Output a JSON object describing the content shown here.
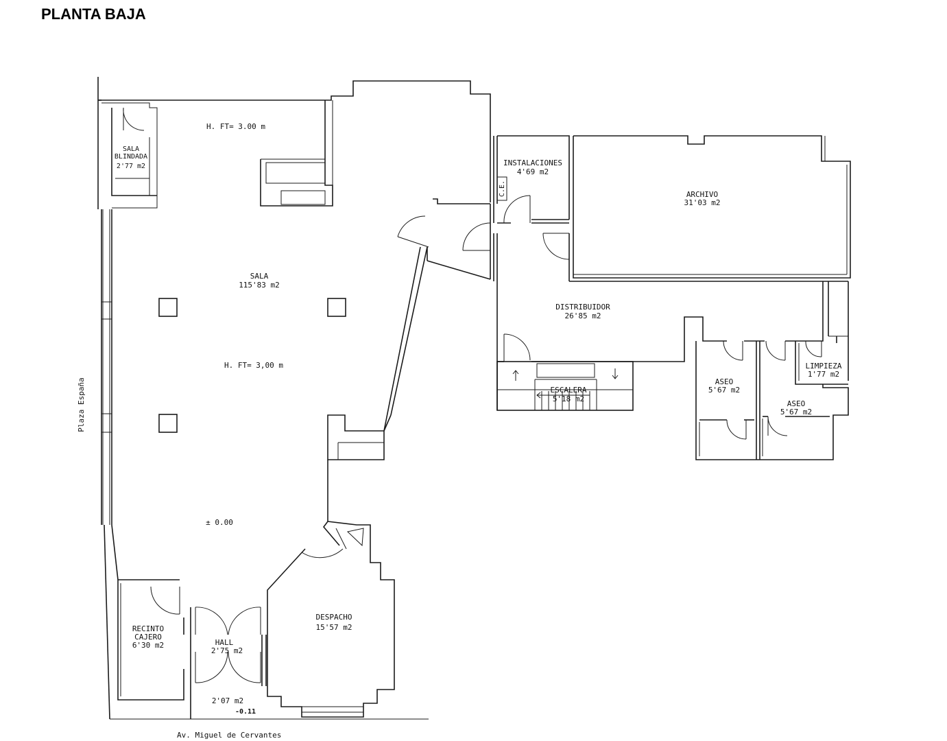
{
  "plan": {
    "title": "PLANTA BAJA",
    "ceiling_height_top": "H. FT= 3.00 m",
    "ceiling_height_mid": "H. FT= 3,00 m",
    "level": "± 0.00",
    "level_exterior": "-0.11",
    "streets": {
      "left": "Plaza España",
      "bottom": "Av. Miguel de Cervantes"
    },
    "rooms": {
      "sala_blindada": {
        "name_1": "SALA",
        "name_2": "BLINDADA",
        "area": "2'77 m2"
      },
      "sala": {
        "name": "SALA",
        "area": "115'83 m2"
      },
      "instalaciones": {
        "name": "INSTALACIONES",
        "area": "4'69 m2",
        "tag": "C.E."
      },
      "archivo": {
        "name": "ARCHIVO",
        "area": "31'03 m2"
      },
      "distribuidor": {
        "name": "DISTRIBUIDOR",
        "area": "26'85 m2"
      },
      "escalera": {
        "name": "ESCALERA",
        "area": "5'18 m2"
      },
      "aseo_1": {
        "name": "ASEO",
        "area": "5'67 m2"
      },
      "aseo_2": {
        "name": "ASEO",
        "area": "5'67 m2"
      },
      "limpieza": {
        "name": "LIMPIEZA",
        "area": "1'77 m2"
      },
      "recinto_cajero": {
        "name_1": "RECINTO",
        "name_2": "CAJERO",
        "area": "6'30 m2"
      },
      "hall": {
        "name": "HALL",
        "area": "2'75 m2"
      },
      "entrada": {
        "area": "2'07 m2"
      },
      "despacho": {
        "name": "DESPACHO",
        "area": "15'57 m2"
      }
    }
  }
}
